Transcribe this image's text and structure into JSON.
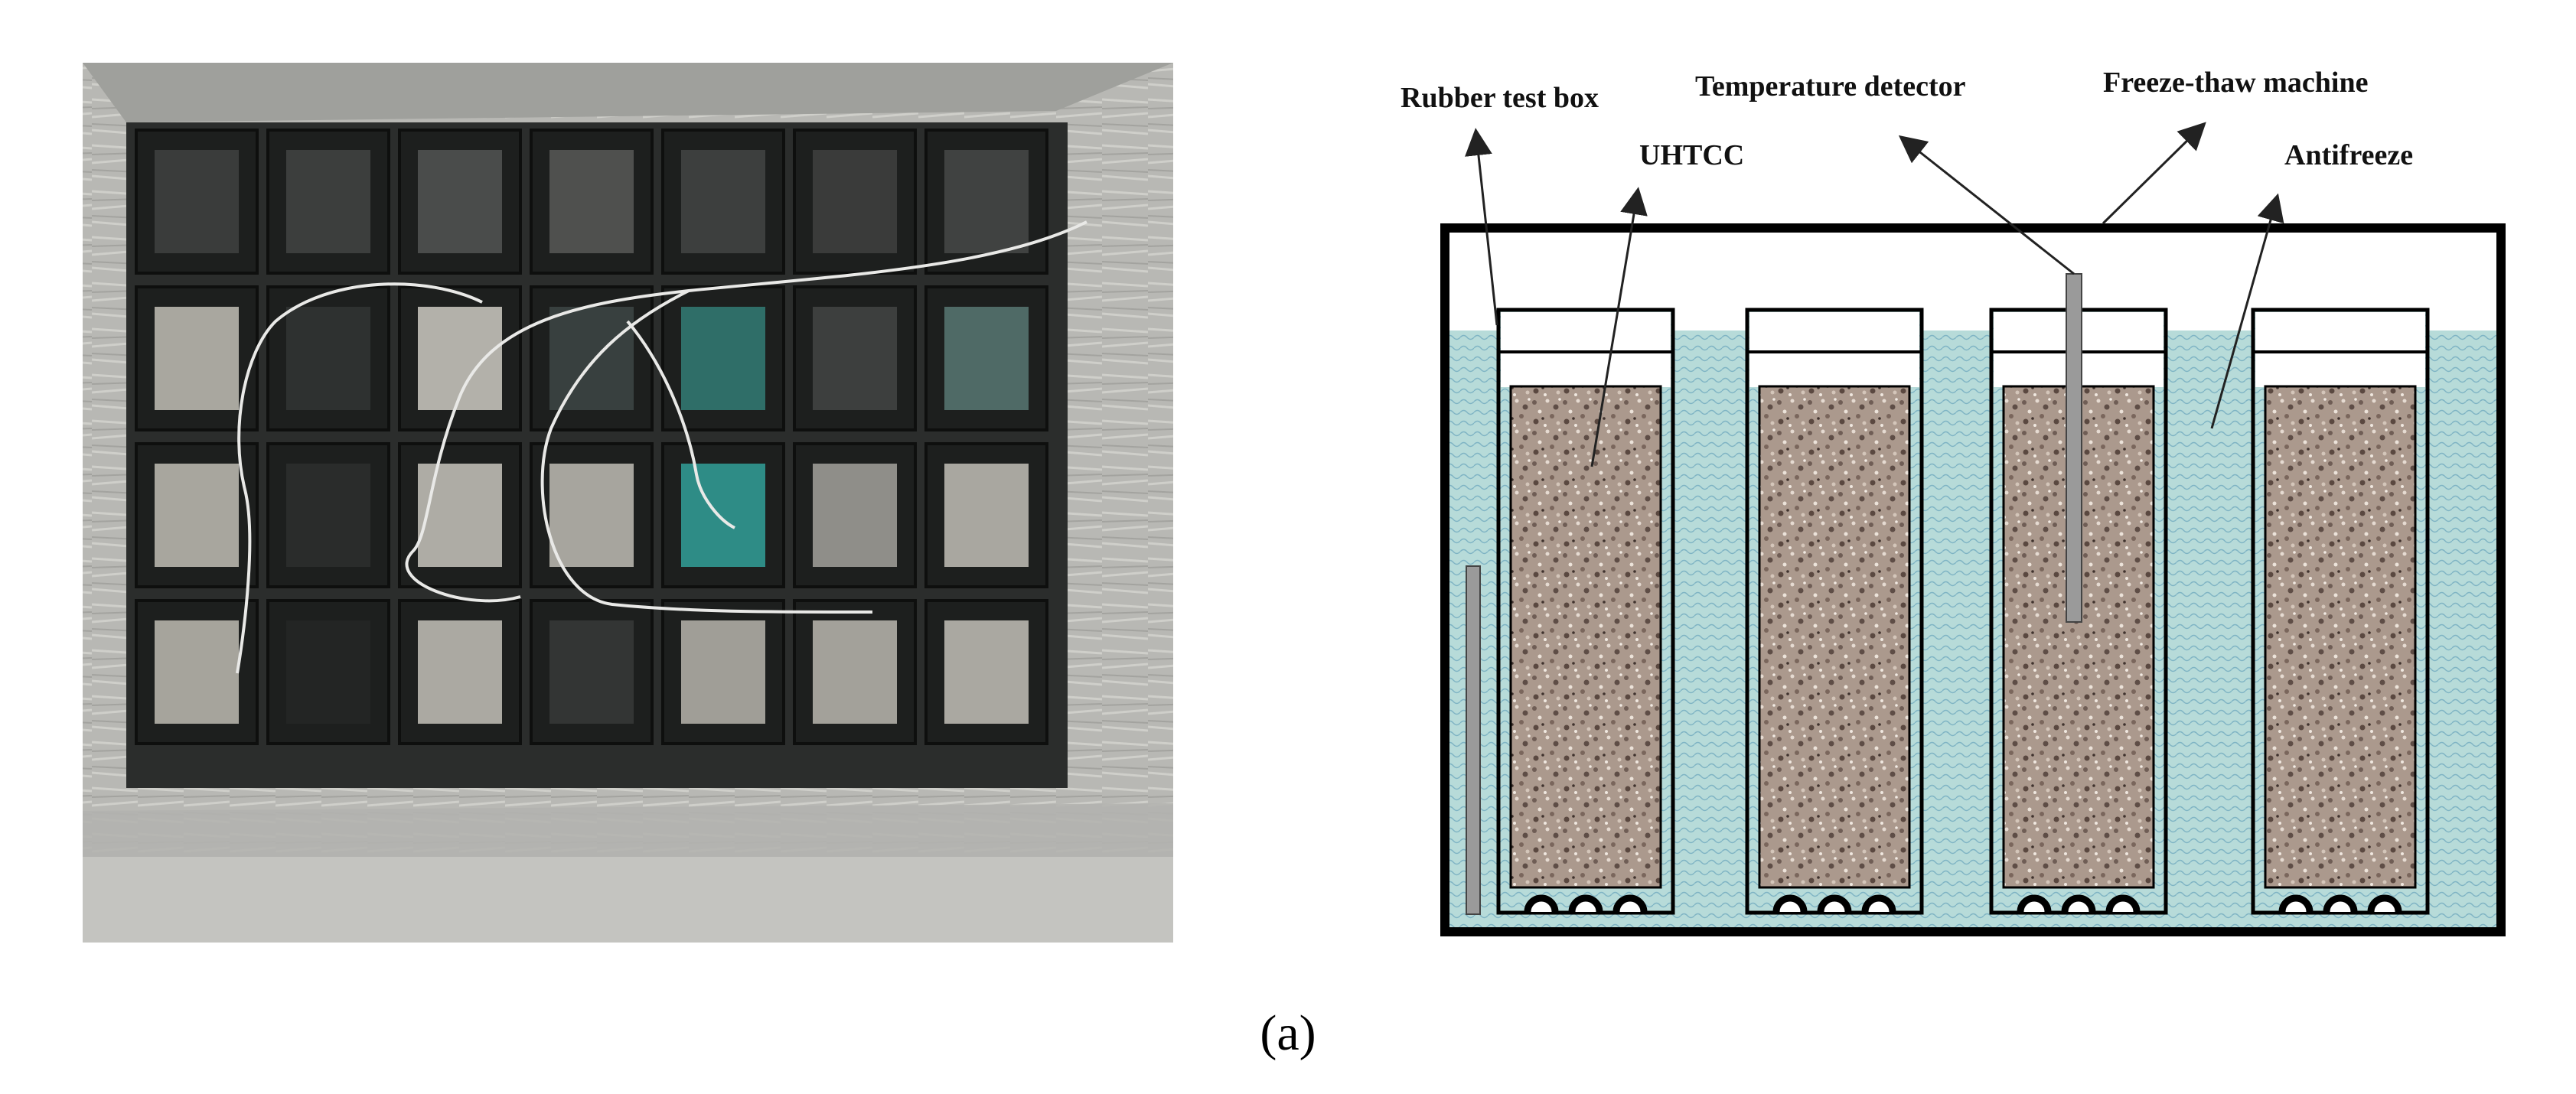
{
  "panel_label": "(a)",
  "photo": {
    "description": "freeze-thaw test photo"
  },
  "diagram": {
    "labels": {
      "rubber_test_box": "Rubber test box",
      "temperature_detector": "Temperature detector",
      "freeze_thaw_machine": "Freeze-thaw machine",
      "uhtcc": "UHTCC",
      "antifreeze": "Antifreeze"
    },
    "colors": {
      "antifreeze": "#b9dcdc",
      "specimen": "#a8968a",
      "outline": "#000000"
    }
  }
}
